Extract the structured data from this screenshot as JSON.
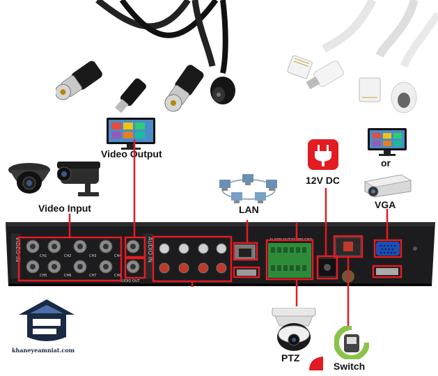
{
  "labels": {
    "video_output": "Video Output",
    "video_input": "Video Input",
    "lan": "LAN",
    "power": "12V DC",
    "or": "or",
    "vga": "VGA",
    "ptz": "PTZ",
    "switch": "Switch"
  },
  "panel": {
    "video_in": "VIDEO IN",
    "audio_in": "AUDIO IN",
    "audio_out": "AUDIO OUT",
    "alarm_out": "ALARM OUT",
    "rs485": "RS 485",
    "gnd": "GND",
    "ch1": "CH1",
    "ch2": "CH2",
    "ch3": "CH3",
    "ch4": "CH4",
    "ch5": "CH5",
    "ch6": "CH6",
    "ch7": "CH7",
    "ch8": "CH8"
  },
  "watermark": "khaneyeamniat.com",
  "colors": {
    "highlight": "#e31b23",
    "panel": "#1c1c1e",
    "terminal": "#2e8b3a",
    "vga": "#1d4fb5",
    "logo": "#1a2a44"
  }
}
